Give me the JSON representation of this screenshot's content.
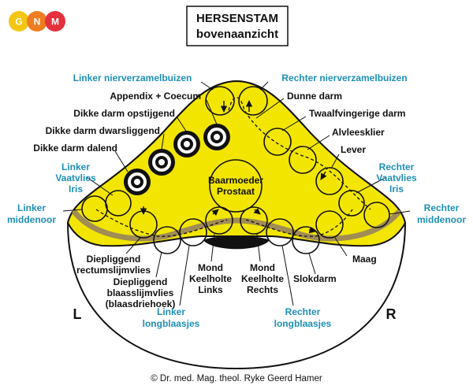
{
  "logo": [
    "G",
    "N",
    "M"
  ],
  "colors": {
    "yellow": "#f2e600",
    "brown": "#a08c55",
    "blue_label": "#1e8fb8",
    "logo_g": "#f3c614",
    "logo_n": "#ee7d22",
    "logo_m": "#e5303d"
  },
  "title": {
    "line1": "HERSENSTAM",
    "line2": "bovenaanzicht"
  },
  "labels": {
    "linker_nierverzamelbuizen": "Linker nierverzamelbuizen",
    "rechter_nierverzamelbuizen": "Rechter nierverzamelbuizen",
    "appendix": "Appendix + Coecum",
    "dikke_darm_opstijgend": "Dikke darm opstijgend",
    "dikke_darm_dwarsliggend": "Dikke darm dwarsliggend",
    "dikke_darm_dalend": "Dikke darm dalend",
    "dunne_darm": "Dunne darm",
    "twaalfvingerige_darm": "Twaalfvingerige darm",
    "alvleesklier": "Alvleesklier",
    "lever": "Lever",
    "linker_vaatvlies": [
      "Linker",
      "Vaatvlies",
      "Iris"
    ],
    "rechter_vaatvlies": [
      "Rechter",
      "Vaatvlies",
      "Iris"
    ],
    "linker_middenoor": [
      "Linker",
      "middenoor"
    ],
    "rechter_middenoor": [
      "Rechter",
      "middenoor"
    ],
    "baarmoeder": [
      "Baarmoeder",
      "Prostaat"
    ],
    "diepliggend_rectum": [
      "Diepliggend",
      "rectumslijmvlies"
    ],
    "diepliggend_blaas": [
      "Diepliggend",
      "blaasslijmvlies",
      "(blaasdriehoek)"
    ],
    "mond_links": [
      "Mond",
      "Keelholte",
      "Links"
    ],
    "mond_rechts": [
      "Mond",
      "Keelholte",
      "Rechts"
    ],
    "maag": "Maag",
    "slokdarm": "Slokdarm",
    "linker_longblaasjes": [
      "Linker",
      "longblaasjes"
    ],
    "rechter_longblaasjes": [
      "Rechter",
      "longblaasjes"
    ],
    "side_left": "L",
    "side_right": "R"
  },
  "copyright": "© Dr. med. Mag. theol. Ryke Geerd Hamer"
}
